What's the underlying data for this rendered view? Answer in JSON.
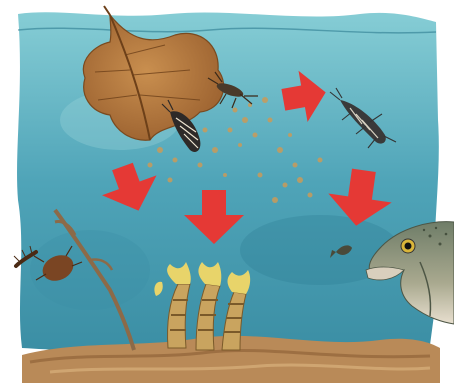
{
  "scene": {
    "description_visible_text": "",
    "colors": {
      "water_light": "#7fc3cc",
      "water_mid": "#4d9fb3",
      "water_deep": "#2f7f97",
      "leaf": "#b57a3c",
      "leaf_dark": "#8a5426",
      "arrow": "#e53935",
      "sediment": "#b98a58",
      "fish": "#7f8a78",
      "worm": "#c9a45f"
    },
    "arrows": [
      {
        "id": "arrow-right",
        "direction": "right"
      },
      {
        "id": "arrow-down-left",
        "direction": "down"
      },
      {
        "id": "arrow-down-center",
        "direction": "down"
      },
      {
        "id": "arrow-down-right",
        "direction": "down"
      }
    ],
    "organisms": [
      "leaf-icon",
      "stonefly-nymph-icon",
      "caddis-larva-icon",
      "mayfly-larva-icon",
      "fish-icon",
      "tube-worm-icon",
      "chironomid-icon"
    ]
  }
}
